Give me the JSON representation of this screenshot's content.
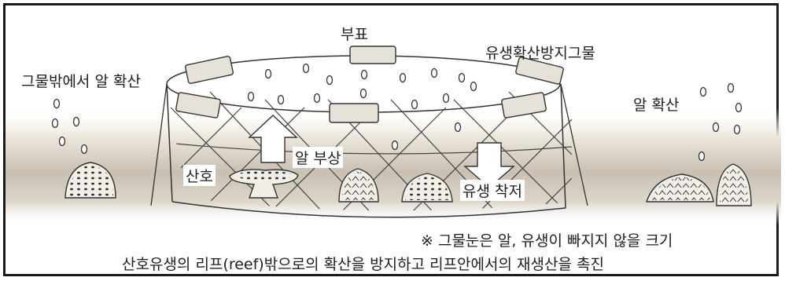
{
  "labels": {
    "buoy": "부표",
    "net": "유생확산방지그물",
    "outside_spread": "그물밖에서 알 확산",
    "egg_spread": "알 확산",
    "coral": "산호",
    "egg_float": "알 부상",
    "larva_settle": "유생 착저"
  },
  "note": "※ 그물눈은 알, 유생이 빠지지 않을 크기",
  "caption": "산호유생의 리프(reef)밖으로의 확산을 방지하고 리프안에서의 재생산을 촉진"
}
